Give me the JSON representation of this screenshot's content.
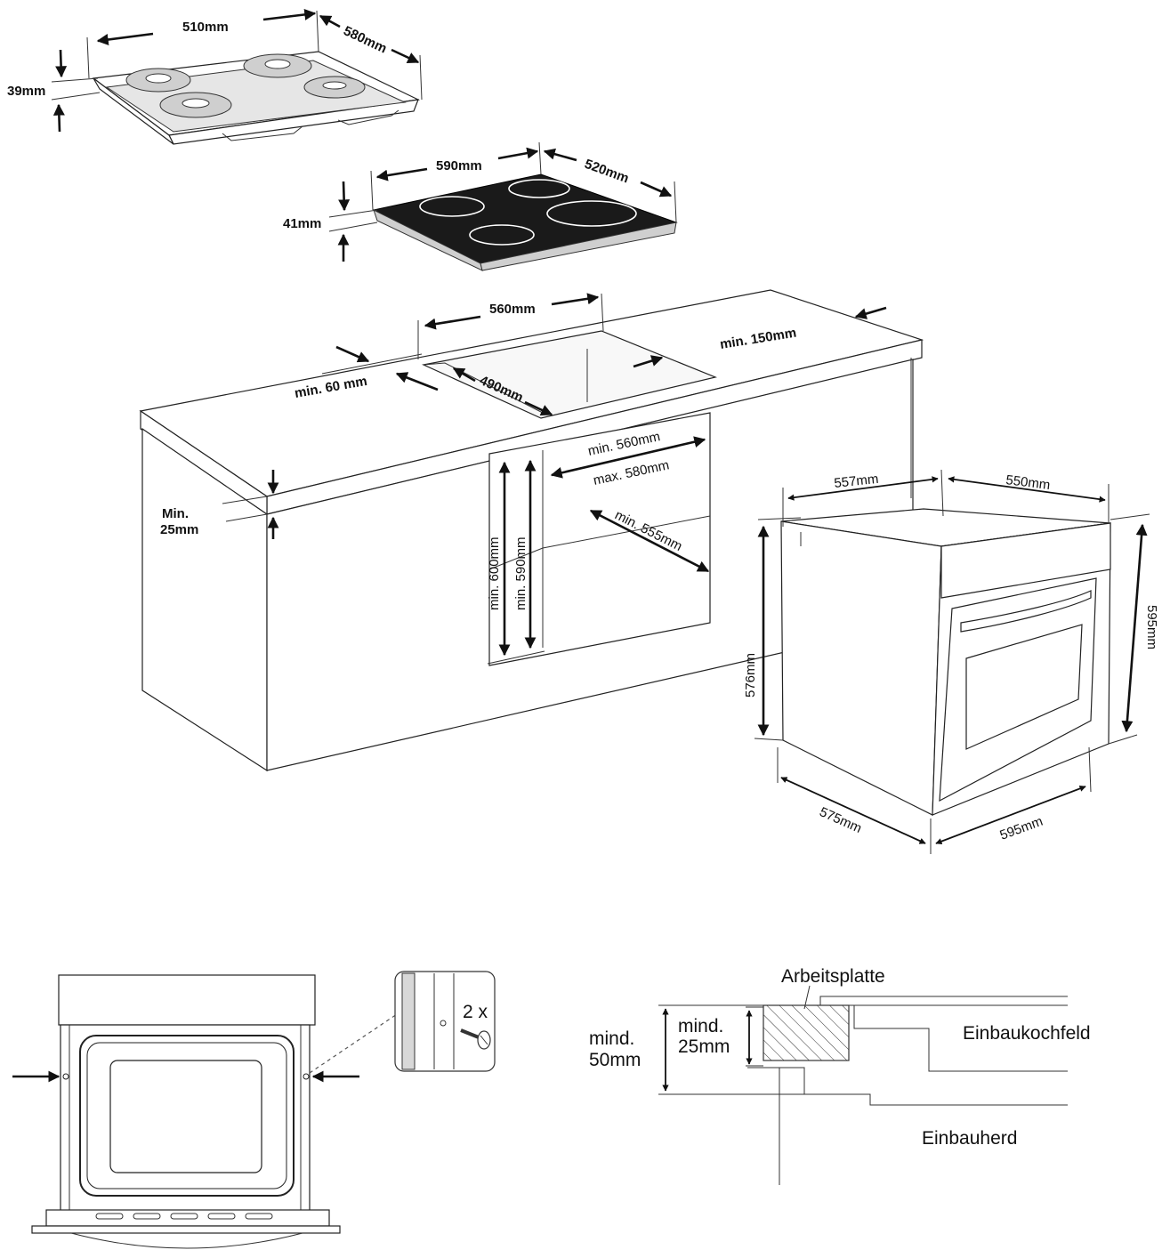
{
  "hob_electric": {
    "width": "510mm",
    "depth": "580mm",
    "height": "39mm"
  },
  "hob_ceramic": {
    "width": "590mm",
    "depth": "520mm",
    "height": "41mm"
  },
  "cabinet": {
    "cutout_width": "560mm",
    "cutout_depth": "490mm",
    "front_clearance": "min. 60 mm",
    "rear_clearance": "min. 150mm",
    "worktop_thickness_line1": "Min.",
    "worktop_thickness_line2": "25mm",
    "niche_width_min": "min. 560mm",
    "niche_width_max": "max. 580mm",
    "niche_depth": "min. 555mm",
    "niche_height_a": "min. 600mm",
    "niche_height_b": "min. 590mm"
  },
  "oven": {
    "top_width": "557mm",
    "top_depth": "550mm",
    "body_height": "576mm",
    "front_height": "595mm",
    "bottom_depth": "575mm",
    "front_width": "595mm"
  },
  "mounting": {
    "screw_count": "2 x"
  },
  "section": {
    "worktop": "Arbeitsplatte",
    "hob": "Einbaukochfeld",
    "oven": "Einbauherd",
    "min_total_line1": "mind.",
    "min_total_line2": "50mm",
    "min_worktop_line1": "mind.",
    "min_worktop_line2": "25mm"
  }
}
